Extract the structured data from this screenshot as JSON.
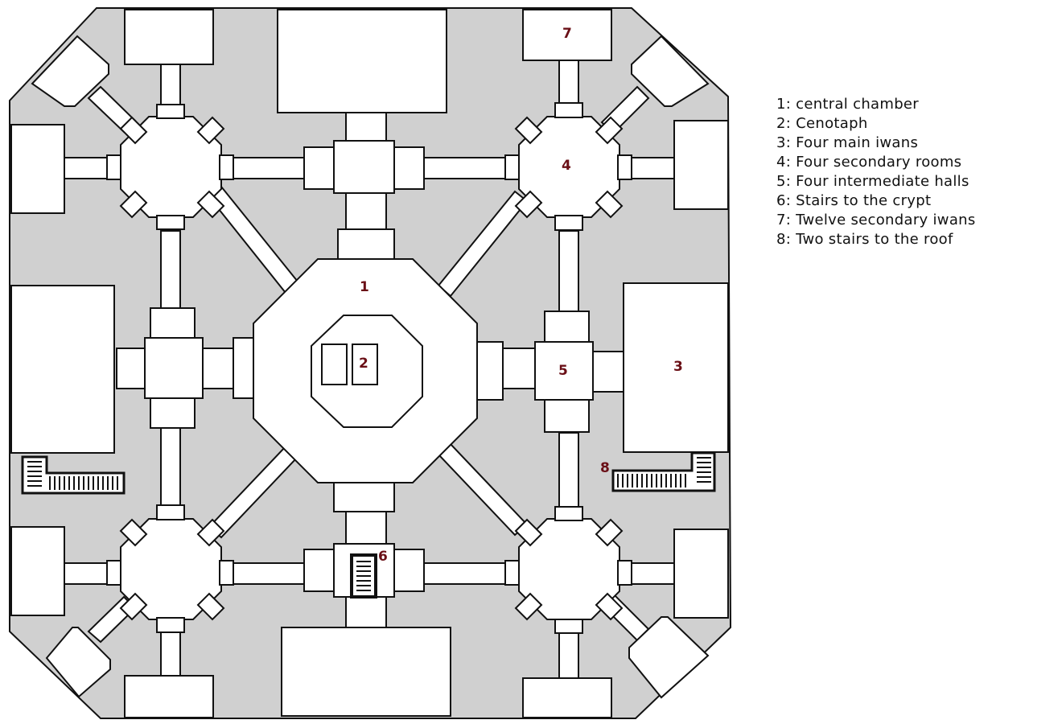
{
  "labels": {
    "n1": "1",
    "n2": "2",
    "n3": "3",
    "n4": "4",
    "n5": "5",
    "n6": "6",
    "n7": "7",
    "n8": "8"
  },
  "legend": [
    "1: central chamber",
    "2: Cenotaph",
    "3: Four main iwans",
    "4: Four secondary rooms",
    "5: Four intermediate halls",
    "6: Stairs to the crypt",
    "7: Twelve secondary iwans",
    "8: Two stairs to the roof"
  ]
}
